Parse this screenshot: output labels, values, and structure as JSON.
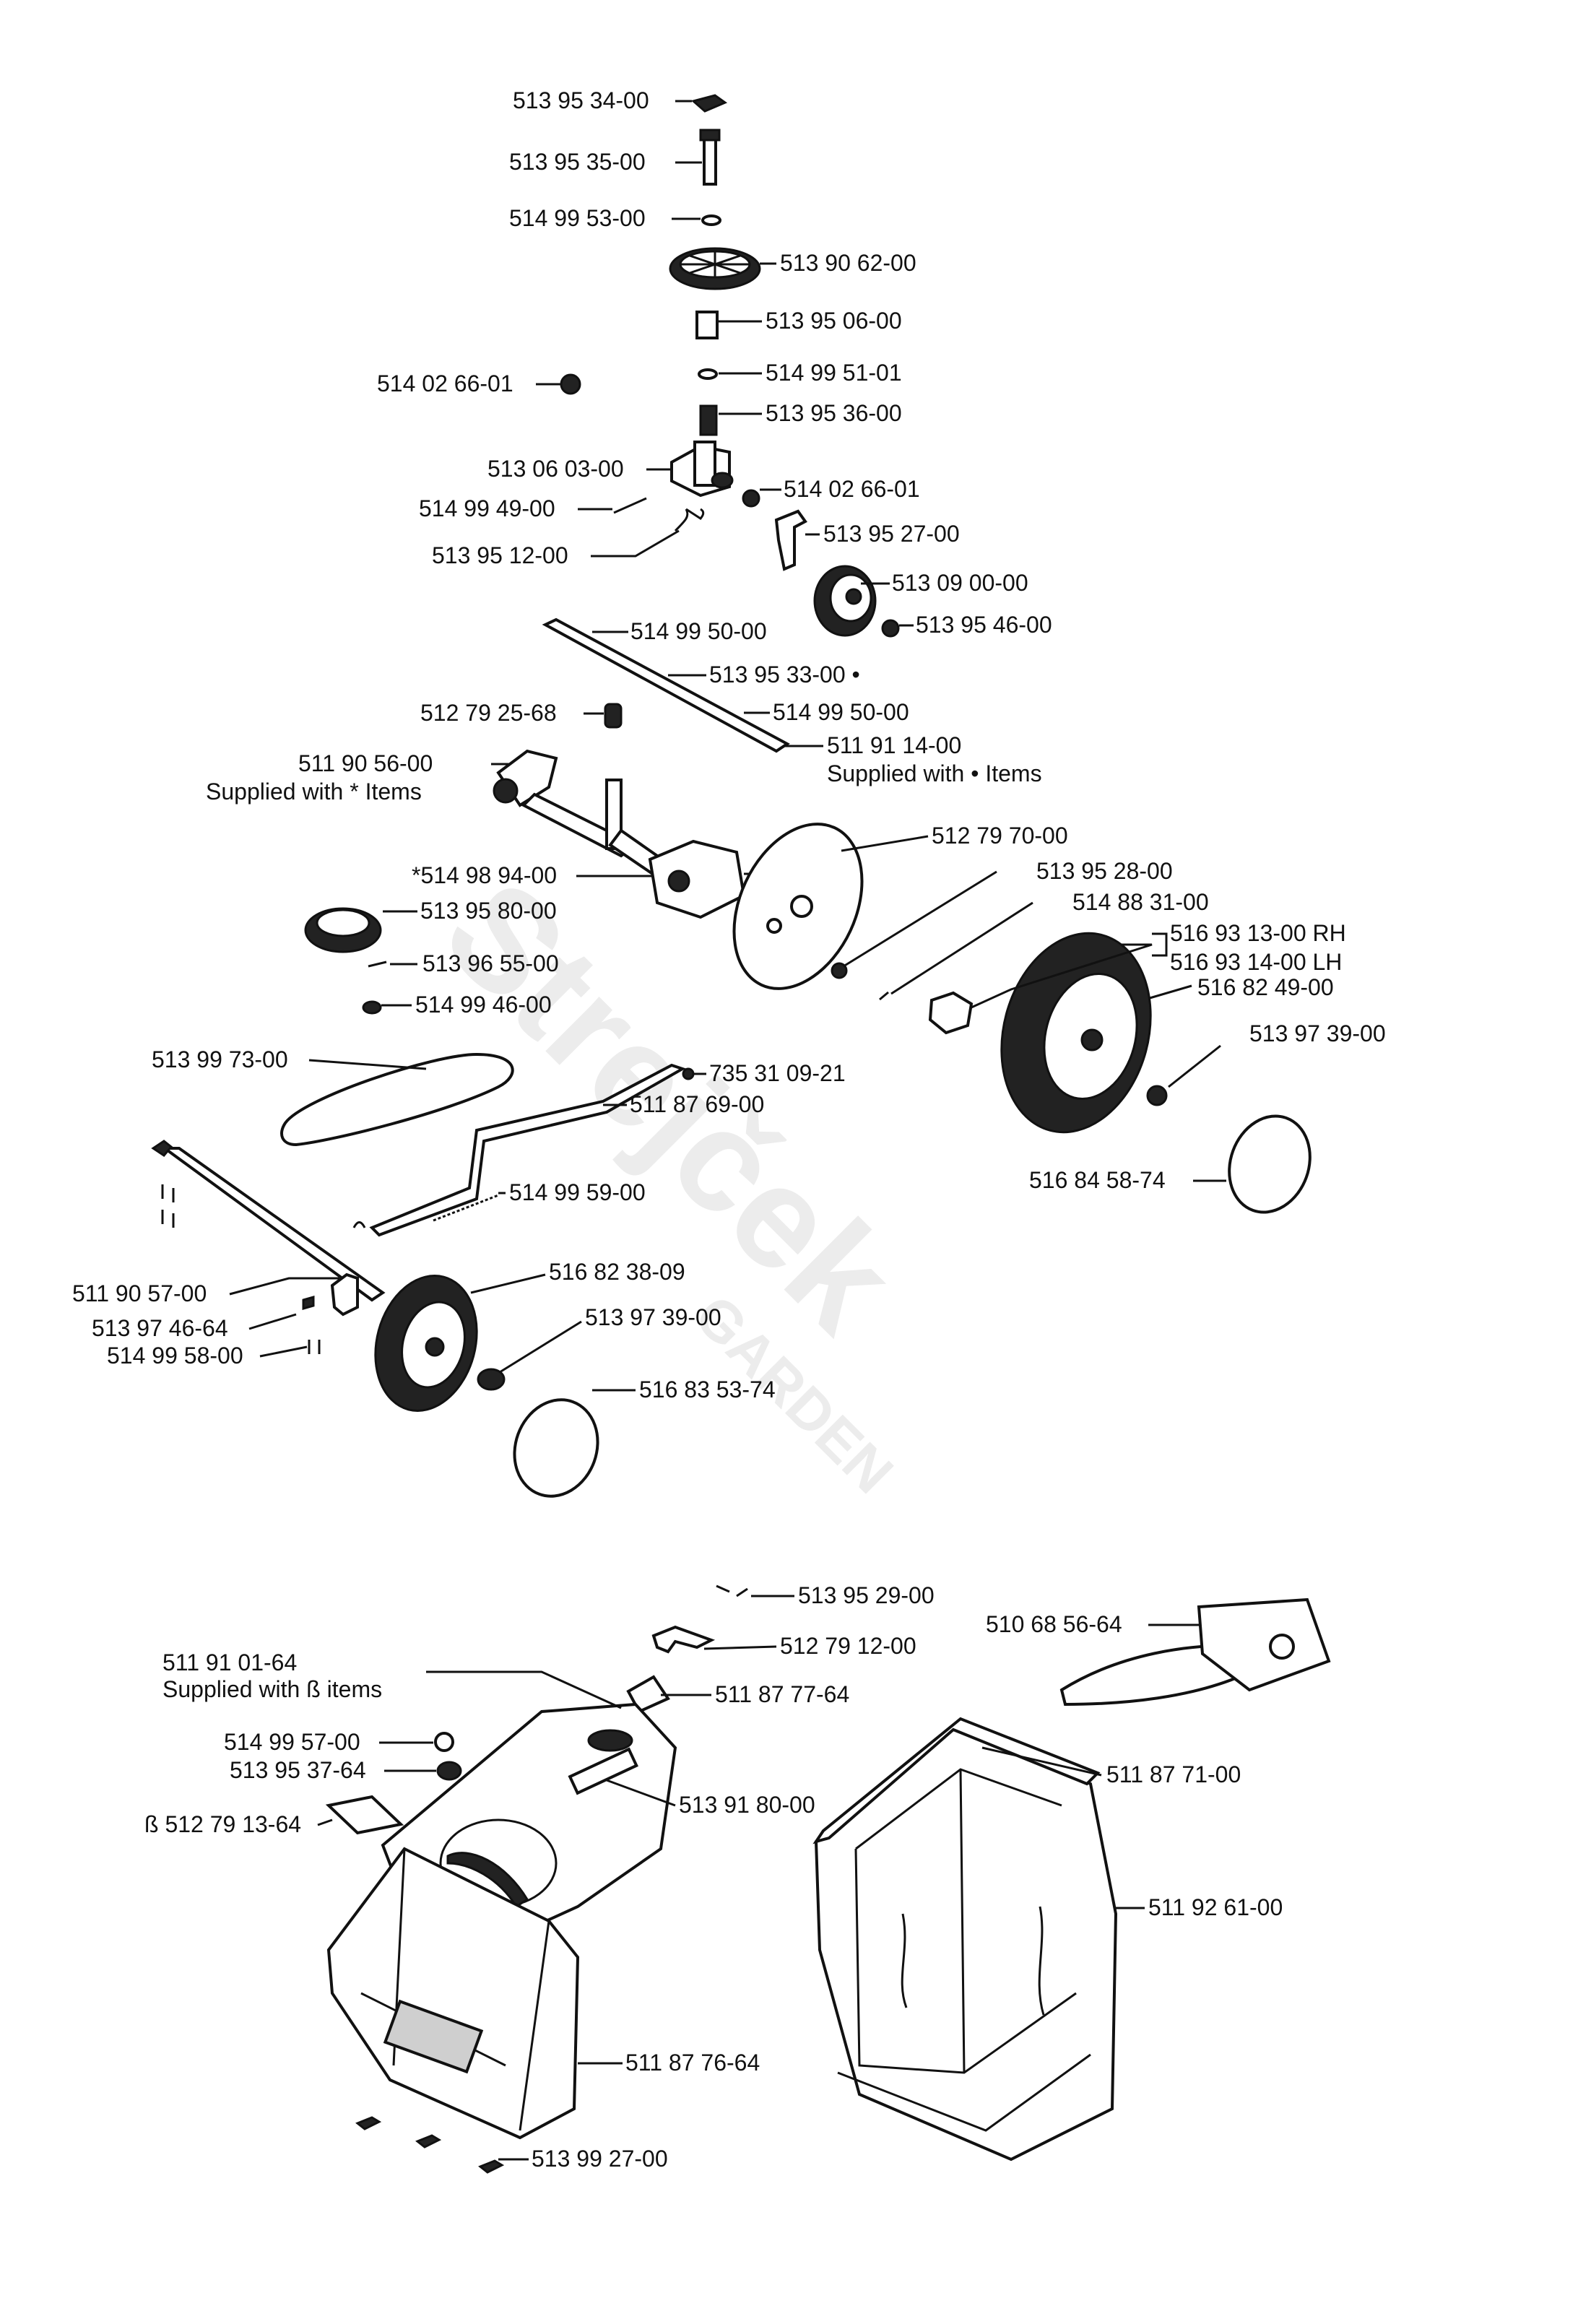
{
  "watermark": {
    "brand": "Strejček",
    "sub": "GARDEN"
  },
  "labels": {
    "p513953400": "513 95 34-00",
    "p513953500": "513 95 35-00",
    "p514995300": "514 99 53-00",
    "p513906200": "513 90 62-00",
    "p513950600": "513 95 06-00",
    "p514995101": "514 99 51-01",
    "p514026601a": "514 02 66-01",
    "p513953600": "513 95 36-00",
    "p513060300": "513 06 03-00",
    "p514026601b": "514 02 66-01",
    "p514994900": "514 99 49-00",
    "p513952700": "513 95 27-00",
    "p513951200": "513 95 12-00",
    "p513090000": "513 09 00-00",
    "p513954600": "513 95 46-00",
    "p514995000a": "514 99 50-00",
    "p513953300": "513 95 33-00 •",
    "p514995000b": "514 99 50-00",
    "p512792568": "512 79 25-68",
    "p511911400": "511 91 14-00",
    "p511911400note": "Supplied with • Items",
    "p511905600": "511 90 56-00",
    "p511905600note": "Supplied with * Items",
    "p512797000": "512 79 70-00",
    "p514989400": "*514 98 94-00",
    "p513952800": "513 95 28-00",
    "p513958000": "513 95 80-00",
    "p514883100": "514 88 31-00",
    "p516931300": "516 93 13-00 RH",
    "p516931400": "516 93 14-00 LH",
    "p513965500": "513 96 55-00",
    "p516824900": "516 82 49-00",
    "p514994600": "514 99 46-00",
    "p513973900a": "513 97 39-00",
    "p513997300": "513 99 73-00",
    "p735310921": "735 31 09-21",
    "p511876900": "511 87 69-00",
    "p516845874": "516 84 58-74",
    "p514995900": "514 99 59-00",
    "p516823809": "516 82 38-09",
    "p511905700": "511 90 57-00",
    "p513973900b": "513 97 39-00",
    "p513974664": "513 97 46-64",
    "p514995800": "514 99 58-00",
    "p516835374": "516 83 53-74",
    "p513952900": "513 95 29-00",
    "p510685664": "510 68 56-64",
    "p512791200": "512 79 12-00",
    "p511910164": "511 91 01-64",
    "p511910164note": "Supplied with ß items",
    "p511877764": "511 87 77-64",
    "p514995700": "514 99 57-00",
    "p513953764": "513 95 37-64",
    "p511877100": "511 87 71-00",
    "p512791364": "ß 512 79 13-64",
    "p513918000": "513 91 80-00",
    "p511926100": "511 92 61-00",
    "p511877664": "511 87 76-64",
    "p513992700": "513 99 27-00"
  }
}
